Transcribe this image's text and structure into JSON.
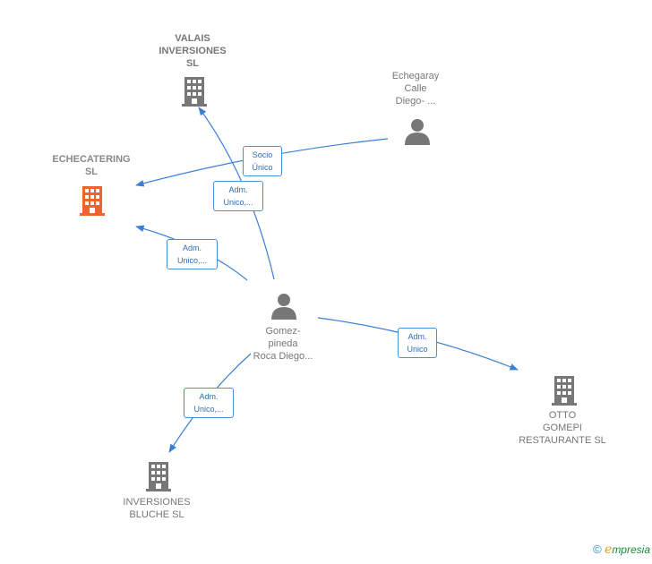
{
  "colors": {
    "edge": "#3a7fd5",
    "company": "#777777",
    "company_main": "#f0622e",
    "person": "#777777"
  },
  "nodes": {
    "valais": {
      "label": "VALAIS\nINVERSIONES\nSL",
      "icon": "building-icon"
    },
    "echecatering": {
      "label": "ECHECATERING\nSL",
      "icon": "building-icon"
    },
    "echegaray": {
      "label": "Echegaray\nCalle\nDiego- ...",
      "icon": "person-icon"
    },
    "gomez": {
      "label": "Gomez-\npineda\nRoca Diego...",
      "icon": "person-icon"
    },
    "otto": {
      "label": "OTTO\nGOMEPI\nRESTAURANTE SL",
      "icon": "building-icon"
    },
    "bluche": {
      "label": "INVERSIONES\nBLUCHE  SL",
      "icon": "building-icon"
    }
  },
  "edges": {
    "socio": "Socio\nÚnico",
    "adm_valais": "Adm.\nUnico,...",
    "adm_eche": "Adm.\nUnico,...",
    "adm_otto": "Adm.\nUnico",
    "adm_bluche": "Adm.\nUnico,..."
  },
  "brand": {
    "copyright": "©",
    "e": "e",
    "rest": "mpresia"
  }
}
